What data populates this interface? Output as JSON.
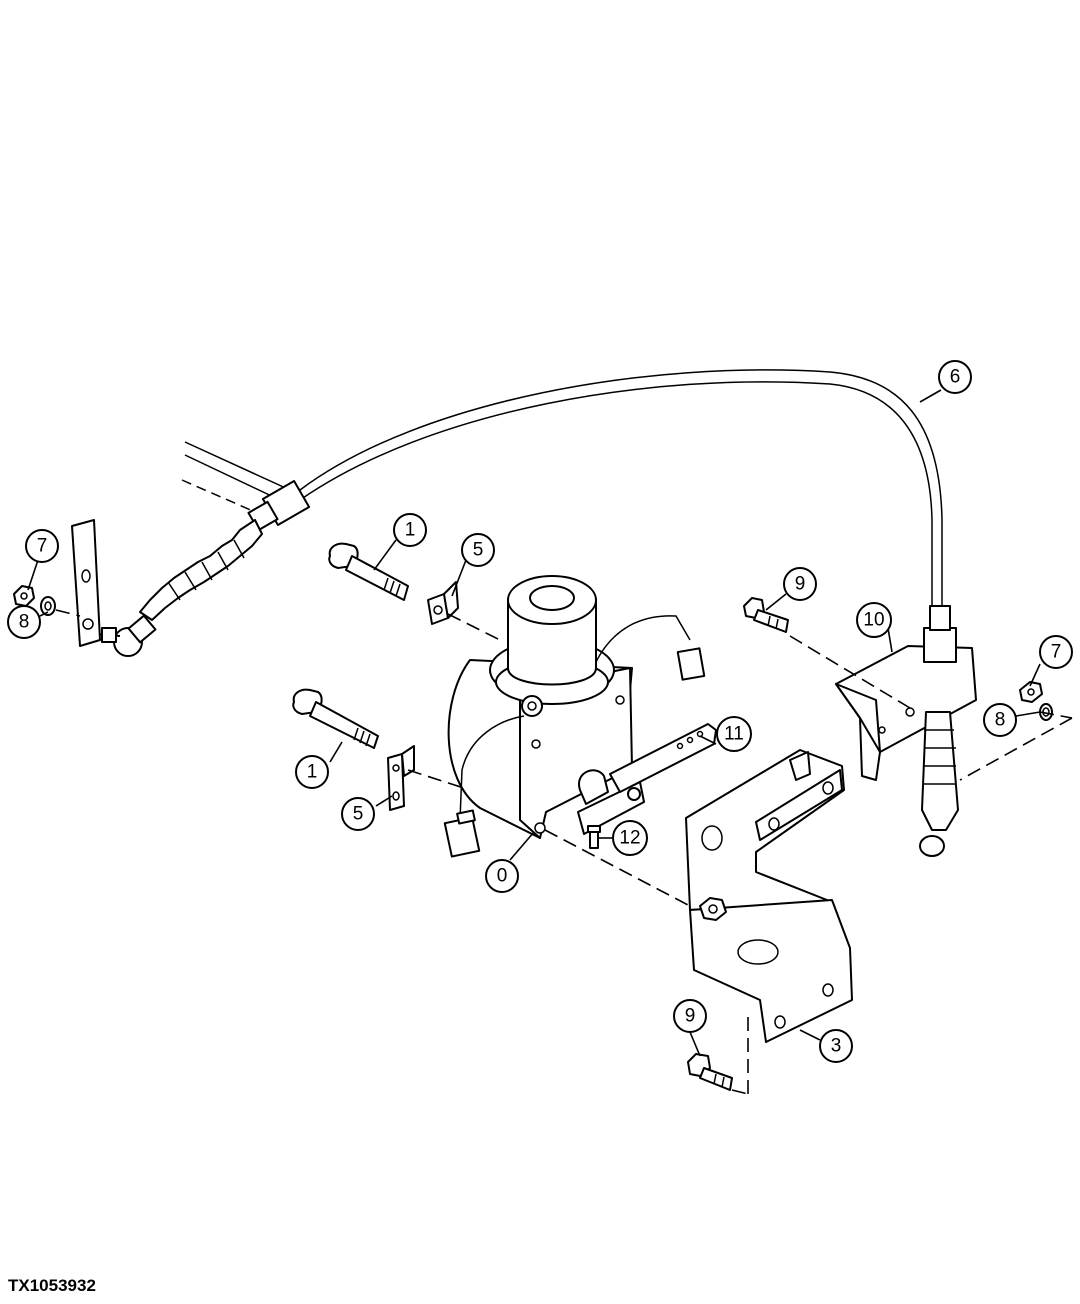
{
  "figure_id": "TX1053932",
  "callouts": [
    {
      "label": "6"
    },
    {
      "label": "7"
    },
    {
      "label": "8"
    },
    {
      "label": "1"
    },
    {
      "label": "5"
    },
    {
      "label": "9"
    },
    {
      "label": "10"
    },
    {
      "label": "7"
    },
    {
      "label": "8"
    },
    {
      "label": "11"
    },
    {
      "label": "1"
    },
    {
      "label": "5"
    },
    {
      "label": "12"
    },
    {
      "label": "0"
    },
    {
      "label": "9"
    },
    {
      "label": "3"
    }
  ]
}
